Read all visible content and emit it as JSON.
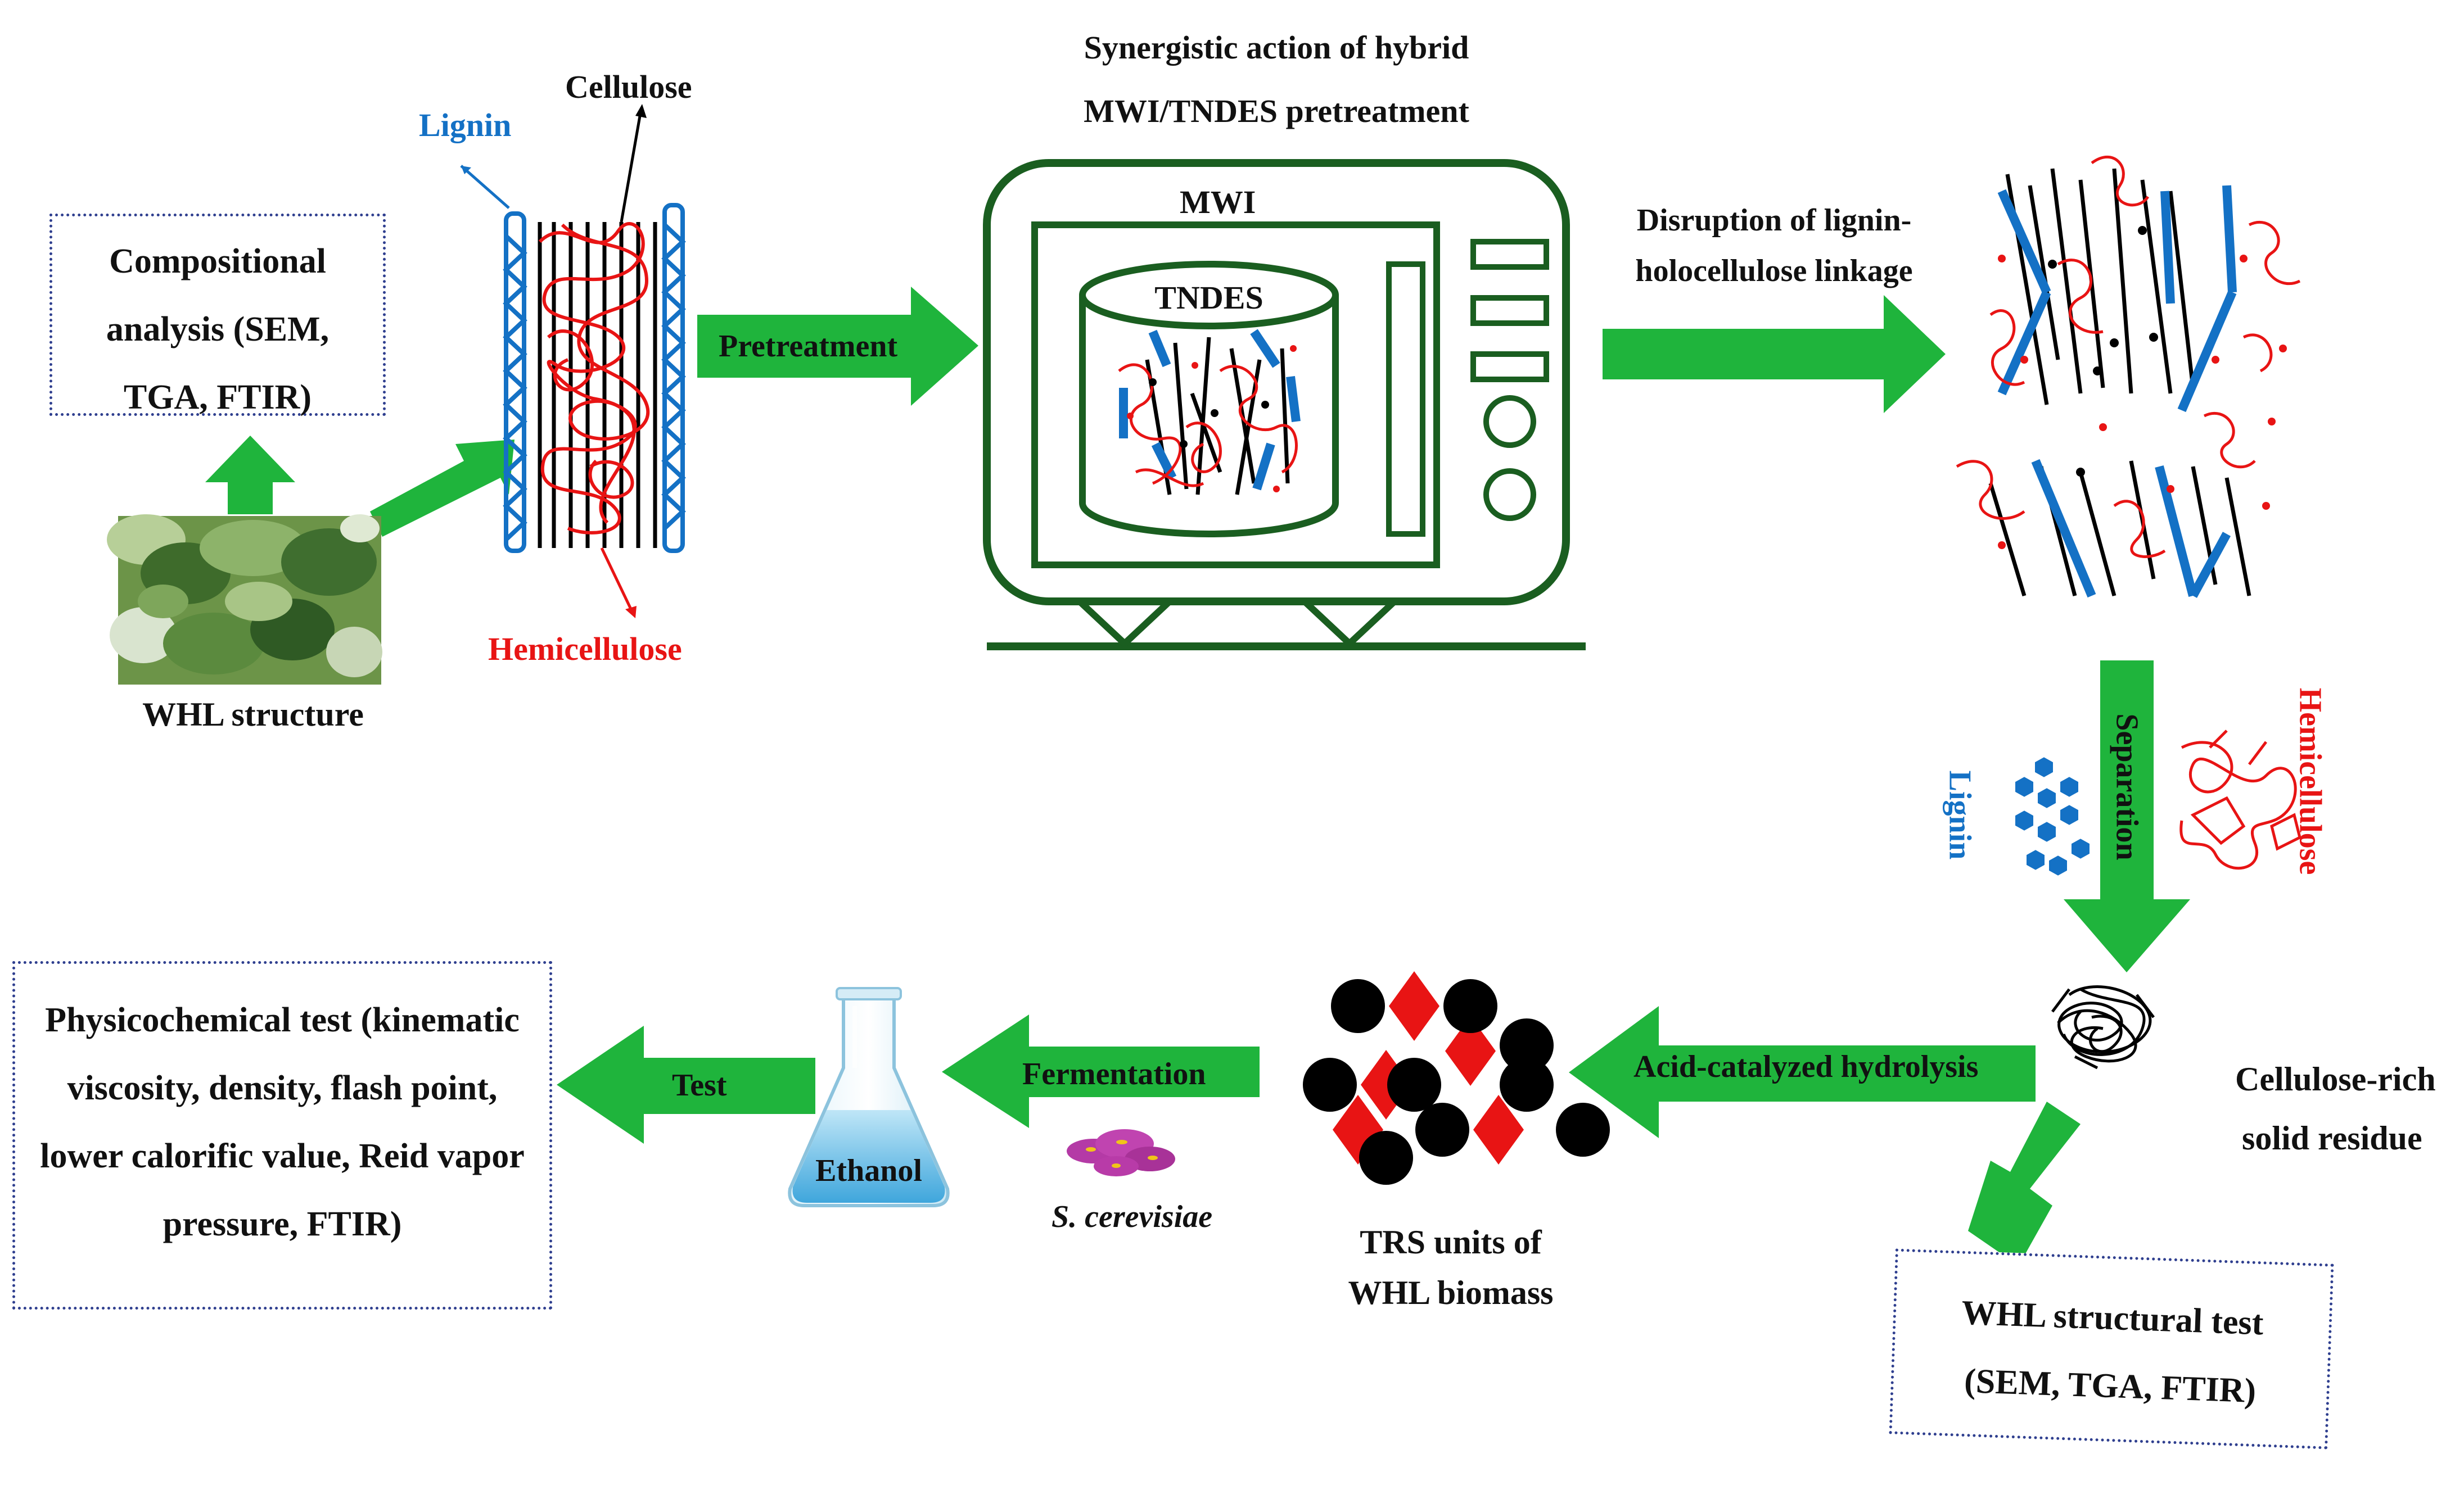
{
  "title": {
    "line1": "Synergistic action of hybrid",
    "line2": "MWI/TNDES pretreatment"
  },
  "compositional_box": {
    "line1": "Compositional",
    "line2": "analysis (SEM,",
    "line3": "TGA, FTIR)"
  },
  "structure": {
    "lignin": "Lignin",
    "cellulose": "Cellulose",
    "hemicellulose": "Hemicellulose",
    "whl_label": "WHL structure"
  },
  "arrows": {
    "pretreatment": "Pretreatment",
    "disruption_line1": "Disruption of lignin-",
    "disruption_line2": "holocellulose linkage",
    "separation": "Separation",
    "acid": "Acid-catalyzed hydrolysis",
    "fermentation": "Fermentation",
    "test": "Test"
  },
  "microwave": {
    "label": "MWI",
    "vessel": "TNDES"
  },
  "separation_products": {
    "lignin": "Lignin",
    "hemicellulose": "Hemicellulose"
  },
  "residue": {
    "line1": "Cellulose-rich",
    "line2": "solid residue"
  },
  "trs": {
    "line1": "TRS units of",
    "line2": "WHL biomass"
  },
  "yeast": "S. cerevisiae",
  "flask": "Ethanol",
  "physicochemical_box": {
    "line1": "Physicochemical test (kinematic",
    "line2": "viscosity, density, flash point,",
    "line3": "lower calorific value, Reid vapor",
    "line4": "pressure, FTIR)"
  },
  "structural_box": {
    "line1": "WHL structural test",
    "line2": "(SEM, TGA, FTIR)"
  },
  "colors": {
    "arrow": "#1fb43c",
    "lignin": "#1471c5",
    "hemicellulose": "#e81414",
    "microwave": "#1a5e20",
    "box_border": "#2f3f8f"
  }
}
